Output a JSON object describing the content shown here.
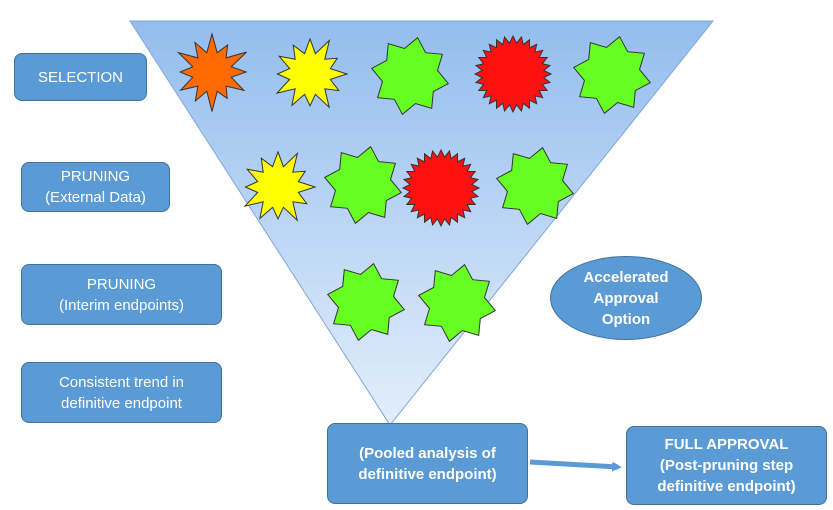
{
  "stages": {
    "selection": "SELECTION",
    "pruning_external": {
      "line1": "PRUNING",
      "line2": "(External Data)"
    },
    "pruning_interim": {
      "line1": "PRUNING",
      "line2": "(Interim endpoints)"
    },
    "consistent_trend": {
      "line1": "Consistent trend in",
      "line2": "definitive endpoint"
    }
  },
  "accelerated": {
    "line1": "Accelerated",
    "line2": "Approval",
    "line3": "Option"
  },
  "pooled": {
    "line1": "(Pooled analysis of",
    "line2": "definitive endpoint)"
  },
  "full_approval": {
    "line1": "FULL APPROVAL",
    "line2": "(Post-pruning step",
    "line3": "definitive endpoint)"
  },
  "shapes": {
    "row1": [
      "orange-starburst",
      "yellow-starburst",
      "green-star",
      "red-starburst",
      "green-star"
    ],
    "row2": [
      "yellow-starburst",
      "green-star",
      "red-starburst",
      "green-star"
    ],
    "row3": [
      "green-star",
      "green-star"
    ]
  },
  "colors": {
    "box_fill": "#5b9bd5",
    "box_border": "#41719c",
    "orange": "#ff6a00",
    "yellow": "#ffff00",
    "green": "#66ff22",
    "red": "#ff1111",
    "funnel_top": "#93bdee",
    "funnel_bottom": "#e3eefb"
  }
}
